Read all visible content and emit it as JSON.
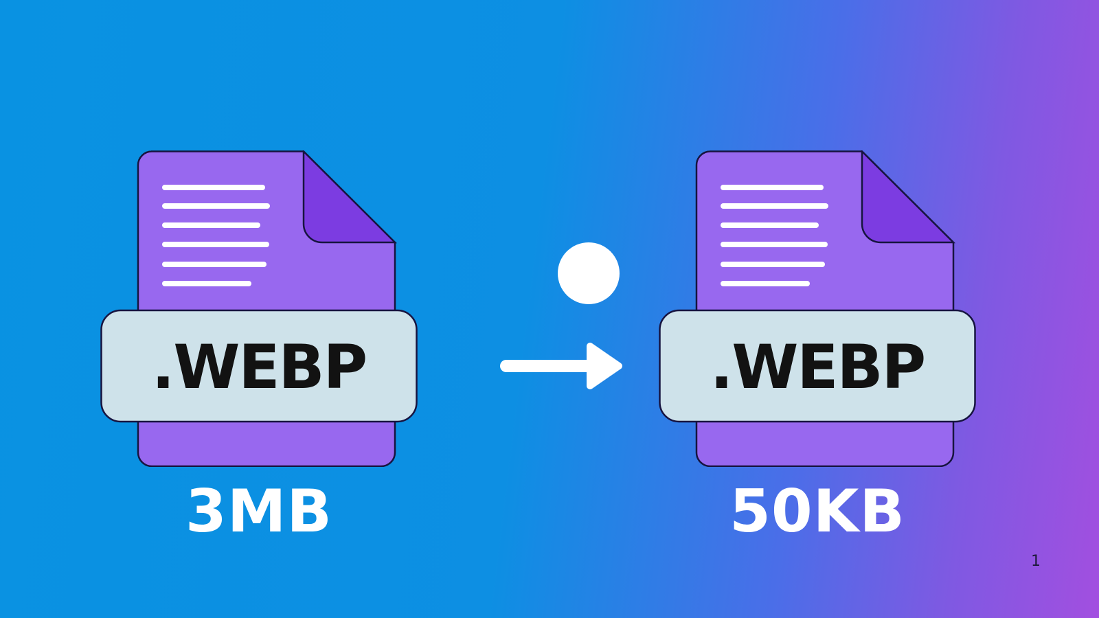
{
  "page": {
    "page_number": "1",
    "background": {
      "left_color": "#0992e2",
      "right_color": "#a24fe0"
    }
  },
  "before": {
    "extension": ".WEBP",
    "size": "3MB"
  },
  "after": {
    "extension": ".WEBP",
    "size": "50KB"
  },
  "arrow": {
    "direction": "right",
    "color": "#ffffff"
  },
  "icon_colors": {
    "document_body": "#9868ef",
    "folded_corner": "#7c3ce1",
    "outline": "#171440",
    "plate_fill": "#cee2ea",
    "extension_text": "#121212",
    "text_lines": "#ffffff"
  }
}
